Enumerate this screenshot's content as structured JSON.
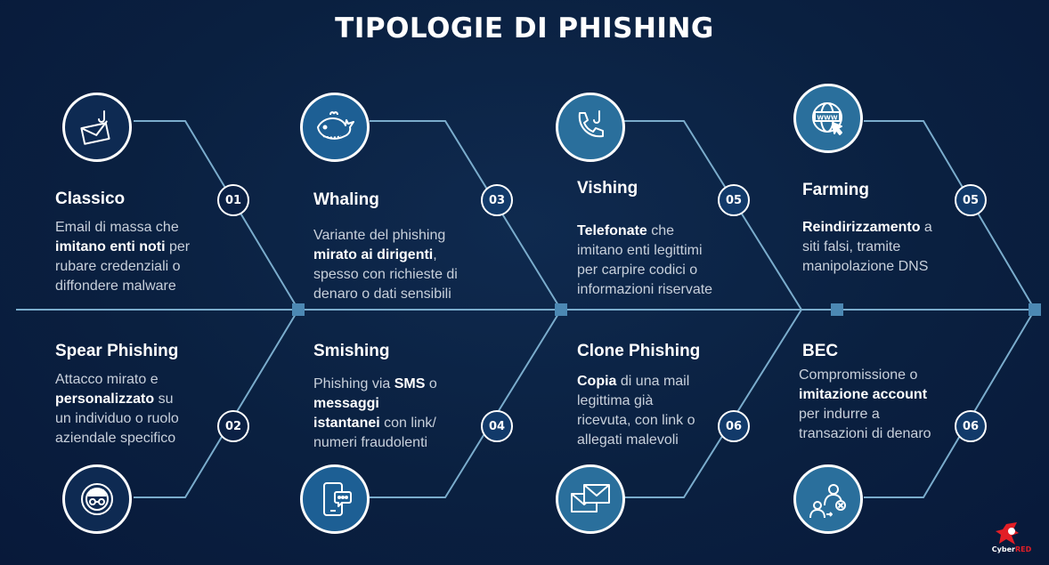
{
  "title": "TIPOLOGIE DI PHISHING",
  "colors": {
    "background": "#0a2040",
    "line": "#7aaccc",
    "accent_red": "#e21e26"
  },
  "items": [
    {
      "number": "01",
      "heading": "Classico",
      "icon": "envelope-hook-icon",
      "lines": [
        [
          [
            "Email di massa che",
            false
          ]
        ],
        [
          [
            "imitano enti noti",
            true
          ],
          [
            " per",
            false
          ]
        ],
        [
          [
            "rubare credenziali o",
            false
          ]
        ],
        [
          [
            "diffondere malware",
            false
          ]
        ]
      ]
    },
    {
      "number": "02",
      "heading": "Spear Phishing",
      "icon": "spy-target-icon",
      "lines": [
        [
          [
            "Attacco mirato e",
            false
          ]
        ],
        [
          [
            "personalizzato",
            true
          ],
          [
            " su",
            false
          ]
        ],
        [
          [
            "un individuo o ruolo",
            false
          ]
        ],
        [
          [
            "aziendale specifico",
            false
          ]
        ]
      ]
    },
    {
      "number": "03",
      "heading": "Whaling",
      "icon": "whale-icon",
      "lines": [
        [
          [
            "Variante del phishing",
            false
          ]
        ],
        [
          [
            "mirato ai dirigenti",
            true
          ],
          [
            ",",
            false
          ]
        ],
        [
          [
            "spesso con richieste di",
            false
          ]
        ],
        [
          [
            "denaro o dati sensibili",
            false
          ]
        ]
      ]
    },
    {
      "number": "04",
      "heading": "Smishing",
      "icon": "smartphone-chat-icon",
      "lines": [
        [
          [
            "Phishing via ",
            false
          ],
          [
            "SMS",
            true
          ],
          [
            " o",
            false
          ]
        ],
        [
          [
            "messaggi",
            true
          ]
        ],
        [
          [
            "istantanei",
            true
          ],
          [
            " con link/",
            false
          ]
        ],
        [
          [
            "numeri fraudolenti",
            false
          ]
        ]
      ]
    },
    {
      "number": "05",
      "heading": "Vishing",
      "icon": "phone-hook-icon",
      "lines": [
        [
          [
            "Telefonate",
            true
          ],
          [
            " che",
            false
          ]
        ],
        [
          [
            "imitano enti legittimi",
            false
          ]
        ],
        [
          [
            "per carpire codici o",
            false
          ]
        ],
        [
          [
            "informazioni riservate",
            false
          ]
        ]
      ]
    },
    {
      "number": "06",
      "heading": "Clone Phishing",
      "icon": "duplicate-envelope-icon",
      "lines": [
        [
          [
            "Copia",
            true
          ],
          [
            " di una mail",
            false
          ]
        ],
        [
          [
            "legittima già",
            false
          ]
        ],
        [
          [
            "ricevuta, con link o",
            false
          ]
        ],
        [
          [
            "allegati malevoli",
            false
          ]
        ]
      ]
    },
    {
      "number": "05",
      "heading": "Farming",
      "icon": "www-globe-cursor-icon",
      "lines": [
        [
          [
            "Reindirizzamento",
            true
          ],
          [
            " a",
            false
          ]
        ],
        [
          [
            "siti falsi, tramite",
            false
          ]
        ],
        [
          [
            "manipolazione DNS",
            false
          ]
        ]
      ]
    },
    {
      "number": "06",
      "heading": "BEC",
      "icon": "user-compromise-icon",
      "lines": [
        [
          [
            "Compromissione o",
            false
          ]
        ],
        [
          [
            "imitazione account",
            true
          ]
        ],
        [
          [
            "per indurre a",
            false
          ]
        ],
        [
          [
            "transazioni di denaro",
            false
          ]
        ]
      ]
    }
  ],
  "logo": {
    "prefix": "Cyber",
    "suffix": "RED"
  }
}
